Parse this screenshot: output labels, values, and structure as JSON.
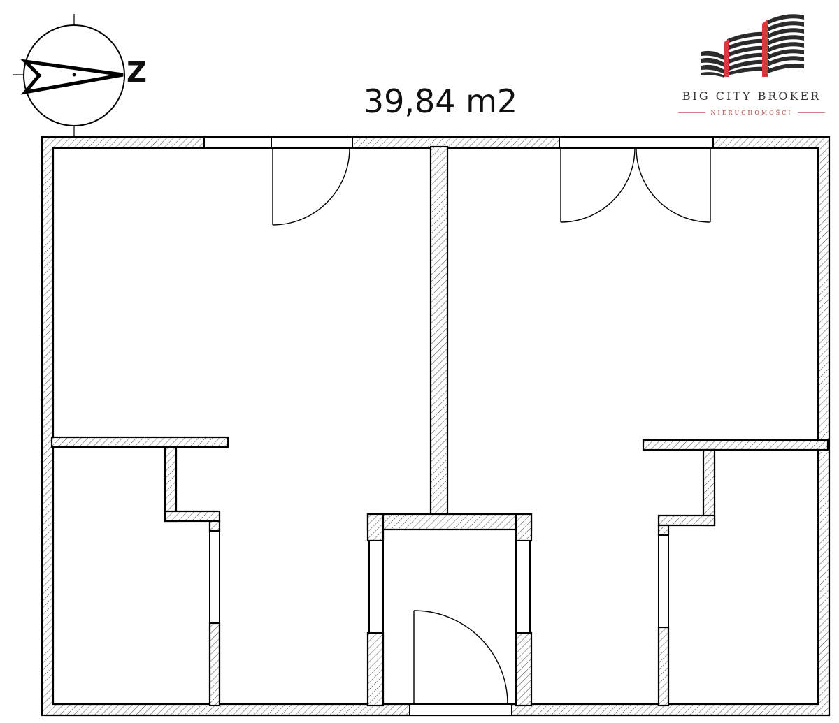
{
  "plan": {
    "area_label": "39,84 m2",
    "compass_letter": "Z"
  },
  "brand": {
    "name": "BIG CITY BROKER",
    "subtitle": "NIERUCHOMOŚCI",
    "colors": {
      "dark": "#2b2b2b",
      "accent": "#d63a3a"
    }
  },
  "colors": {
    "wall_stroke": "#000000",
    "hatch": "#555555",
    "background": "#ffffff"
  }
}
